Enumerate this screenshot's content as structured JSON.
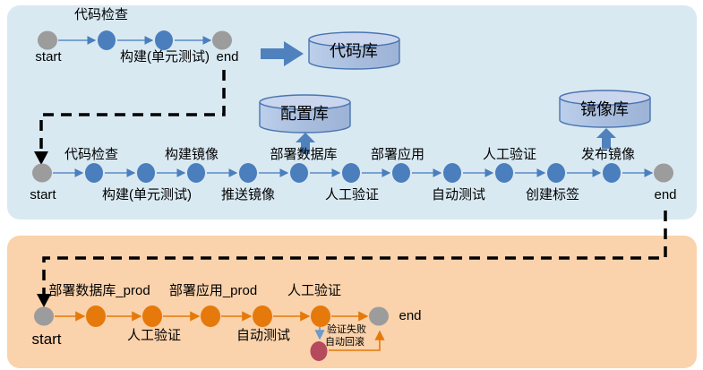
{
  "commit_pipeline": {
    "start_label": "start",
    "end_label": "end",
    "stages": [
      {
        "label": "代码检查",
        "side": "above"
      },
      {
        "label": "构建(单元测试)",
        "side": "below"
      }
    ]
  },
  "repositories": {
    "code": {
      "label": "代码库"
    },
    "config": {
      "label": "配置库"
    },
    "image": {
      "label": "镜像库"
    }
  },
  "staging_pipeline": {
    "start_label": "start",
    "end_label": "end",
    "stages": [
      {
        "label": "代码检查",
        "side": "above"
      },
      {
        "label": "构建(单元测试)",
        "side": "below"
      },
      {
        "label": "构建镜像",
        "side": "above"
      },
      {
        "label": "推送镜像",
        "side": "below"
      },
      {
        "label": "部署数据库",
        "side": "above"
      },
      {
        "label": "人工验证",
        "side": "below"
      },
      {
        "label": "部署应用",
        "side": "above"
      },
      {
        "label": "自动测试",
        "side": "below"
      },
      {
        "label": "人工验证",
        "side": "above"
      },
      {
        "label": "创建标签",
        "side": "below"
      },
      {
        "label": "发布镜像",
        "side": "above"
      }
    ]
  },
  "prod_pipeline": {
    "start_label": "start",
    "end_label": "end",
    "stages": [
      {
        "label": "部署数据库_prod",
        "side": "above"
      },
      {
        "label": "人工验证",
        "side": "below"
      },
      {
        "label": "部署应用_prod",
        "side": "above"
      },
      {
        "label": "自动测试",
        "side": "below"
      },
      {
        "label": "人工验证",
        "side": "above"
      }
    ],
    "rollback": {
      "text_line1": "验证失败",
      "text_line2": "自动回滚"
    }
  },
  "colors": {
    "top_section_bg": "#d9e9f2",
    "bottom_section_bg": "#fad2ab",
    "stage_node_blue": "#4a7ebc",
    "terminal_node_gray": "#9c9c9c",
    "stage_node_orange": "#e5790b",
    "rollback_node_red": "#b44a5c",
    "connector_blue": "#5a8ac6",
    "connector_orange": "#e5790b",
    "repo_arrow_blue": "#4f81bd",
    "dashed_link_black": "#000000"
  }
}
